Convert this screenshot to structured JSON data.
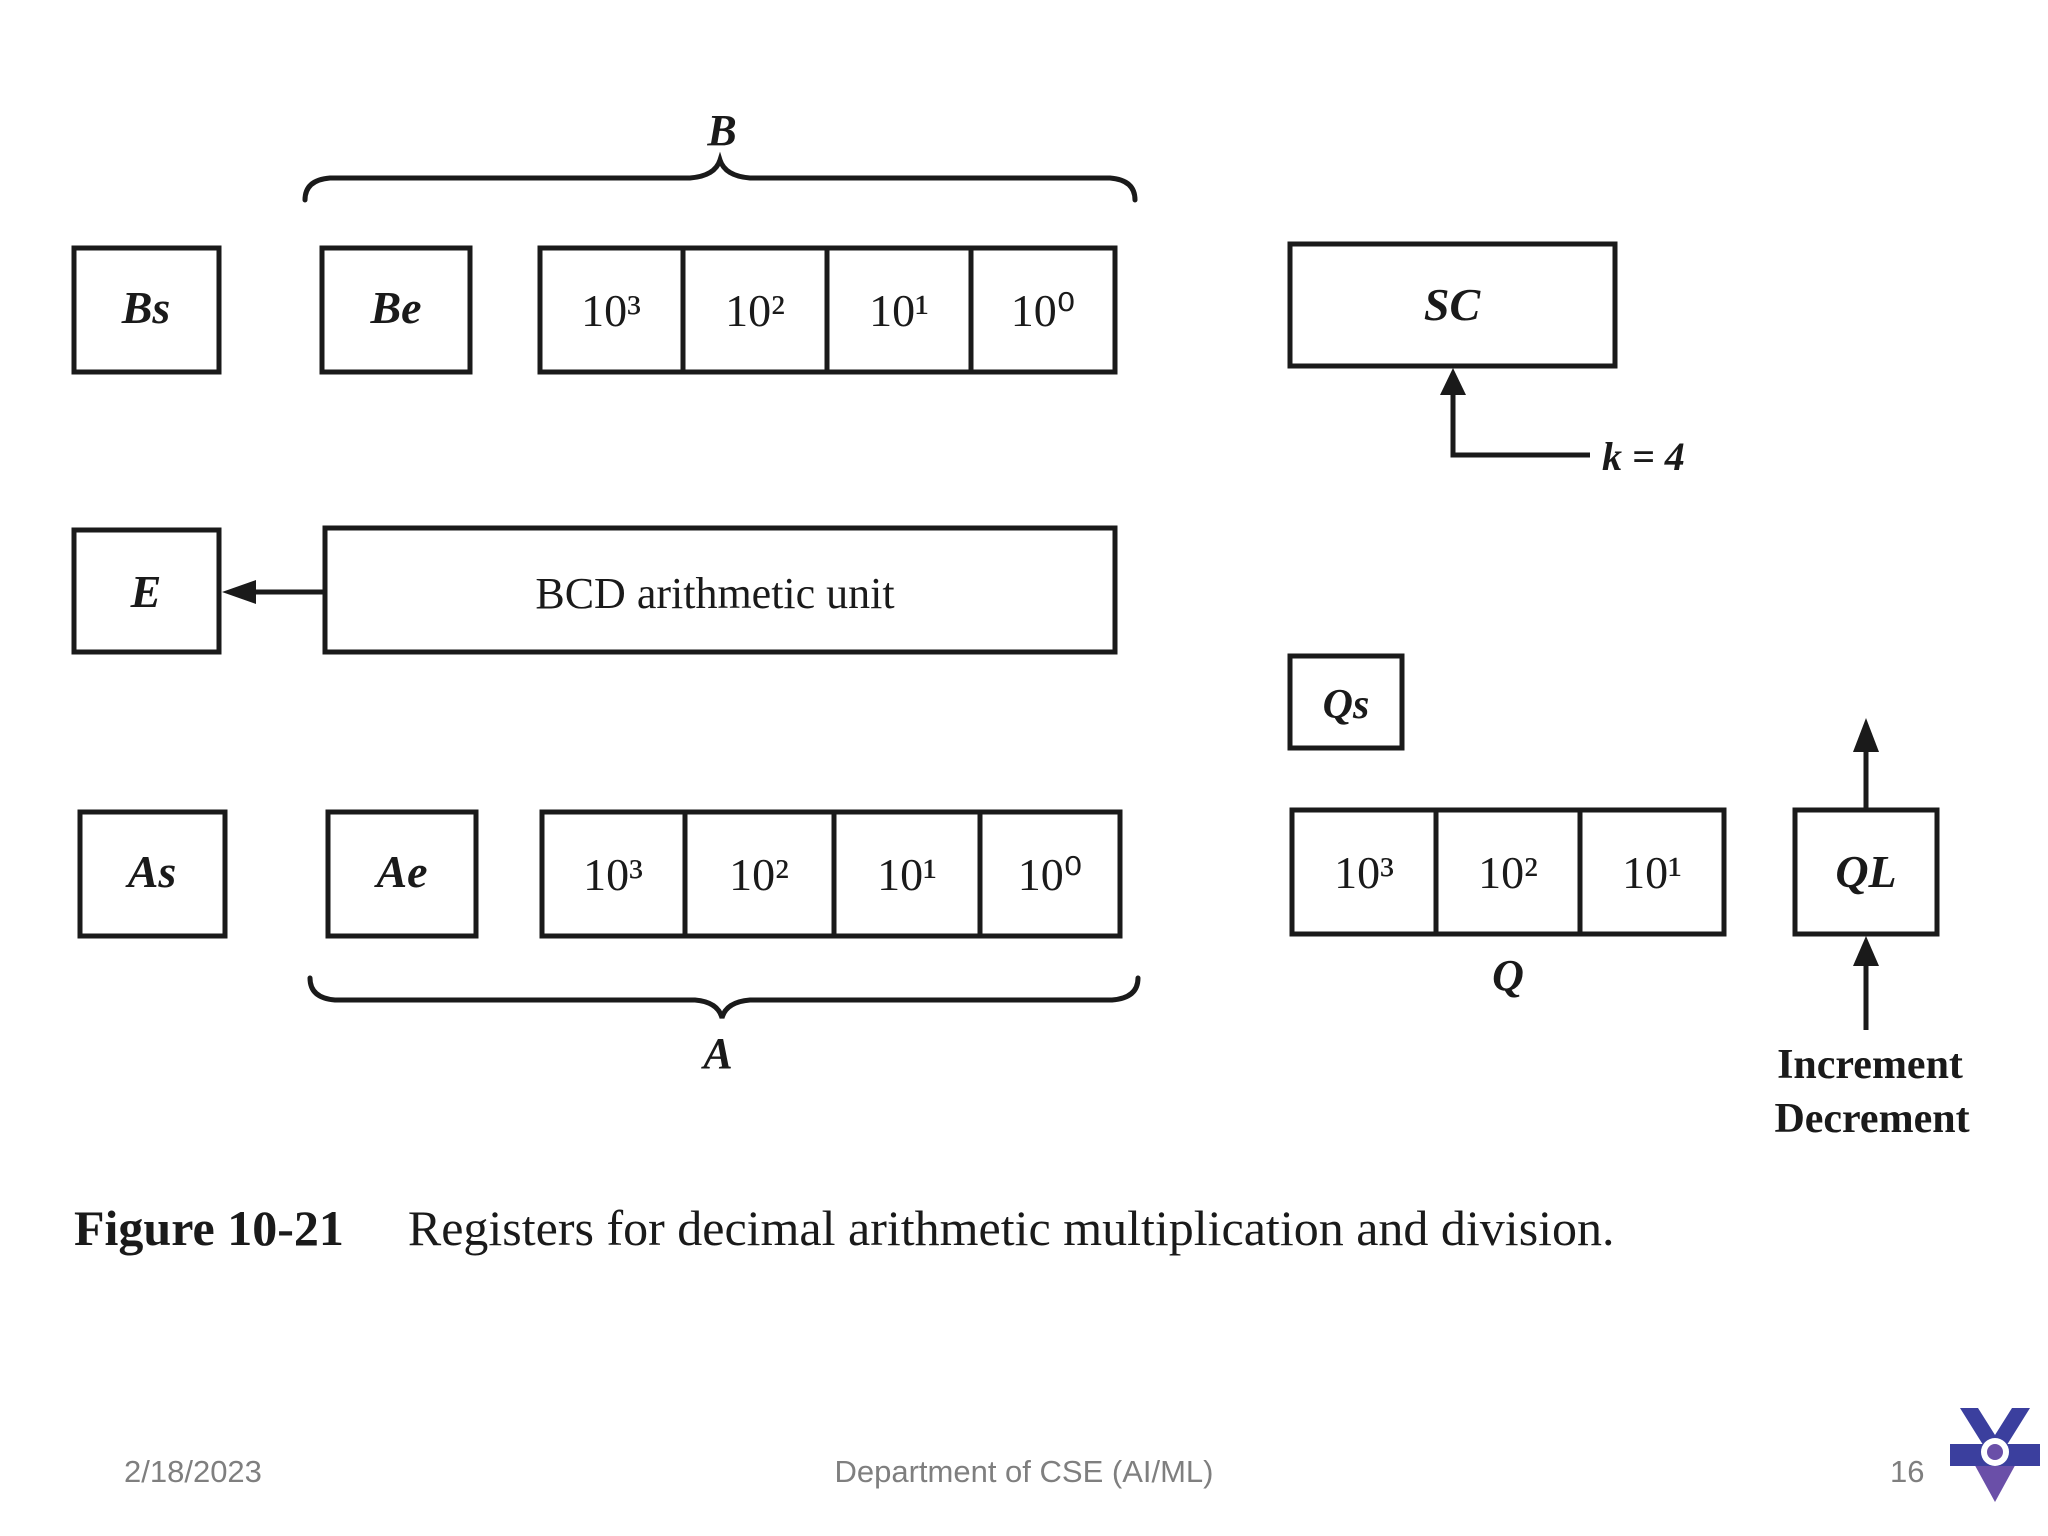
{
  "diagram": {
    "brace_b_label": "B",
    "brace_a_label": "A",
    "bs_label": "Bs",
    "be_label": "Be",
    "b_digits": [
      "10³",
      "10²",
      "10¹",
      "10⁰"
    ],
    "sc_label": "SC",
    "k_label": "k = 4",
    "e_label": "E",
    "bcd_label": "BCD arithmetic unit",
    "qs_label": "Qs",
    "as_label": "As",
    "ae_label": "Ae",
    "a_digits": [
      "10³",
      "10²",
      "10¹",
      "10⁰"
    ],
    "q_digits": [
      "10³",
      "10²",
      "10¹"
    ],
    "q_label": "Q",
    "ql_label": "QL",
    "increment_label": "Increment",
    "decrement_label": "Decrement",
    "caption_figure": "Figure 10-21",
    "caption_text": "Registers for decimal arithmetic multiplication and division."
  },
  "footer": {
    "date": "2/18/2023",
    "department": "Department of CSE (AI/ML)",
    "page": "16"
  },
  "colors": {
    "ink": "#1a1a1a",
    "footer_text": "#7f7f7f",
    "logo_blue": "#3b3f9e",
    "logo_purple": "#6a4fa8"
  }
}
